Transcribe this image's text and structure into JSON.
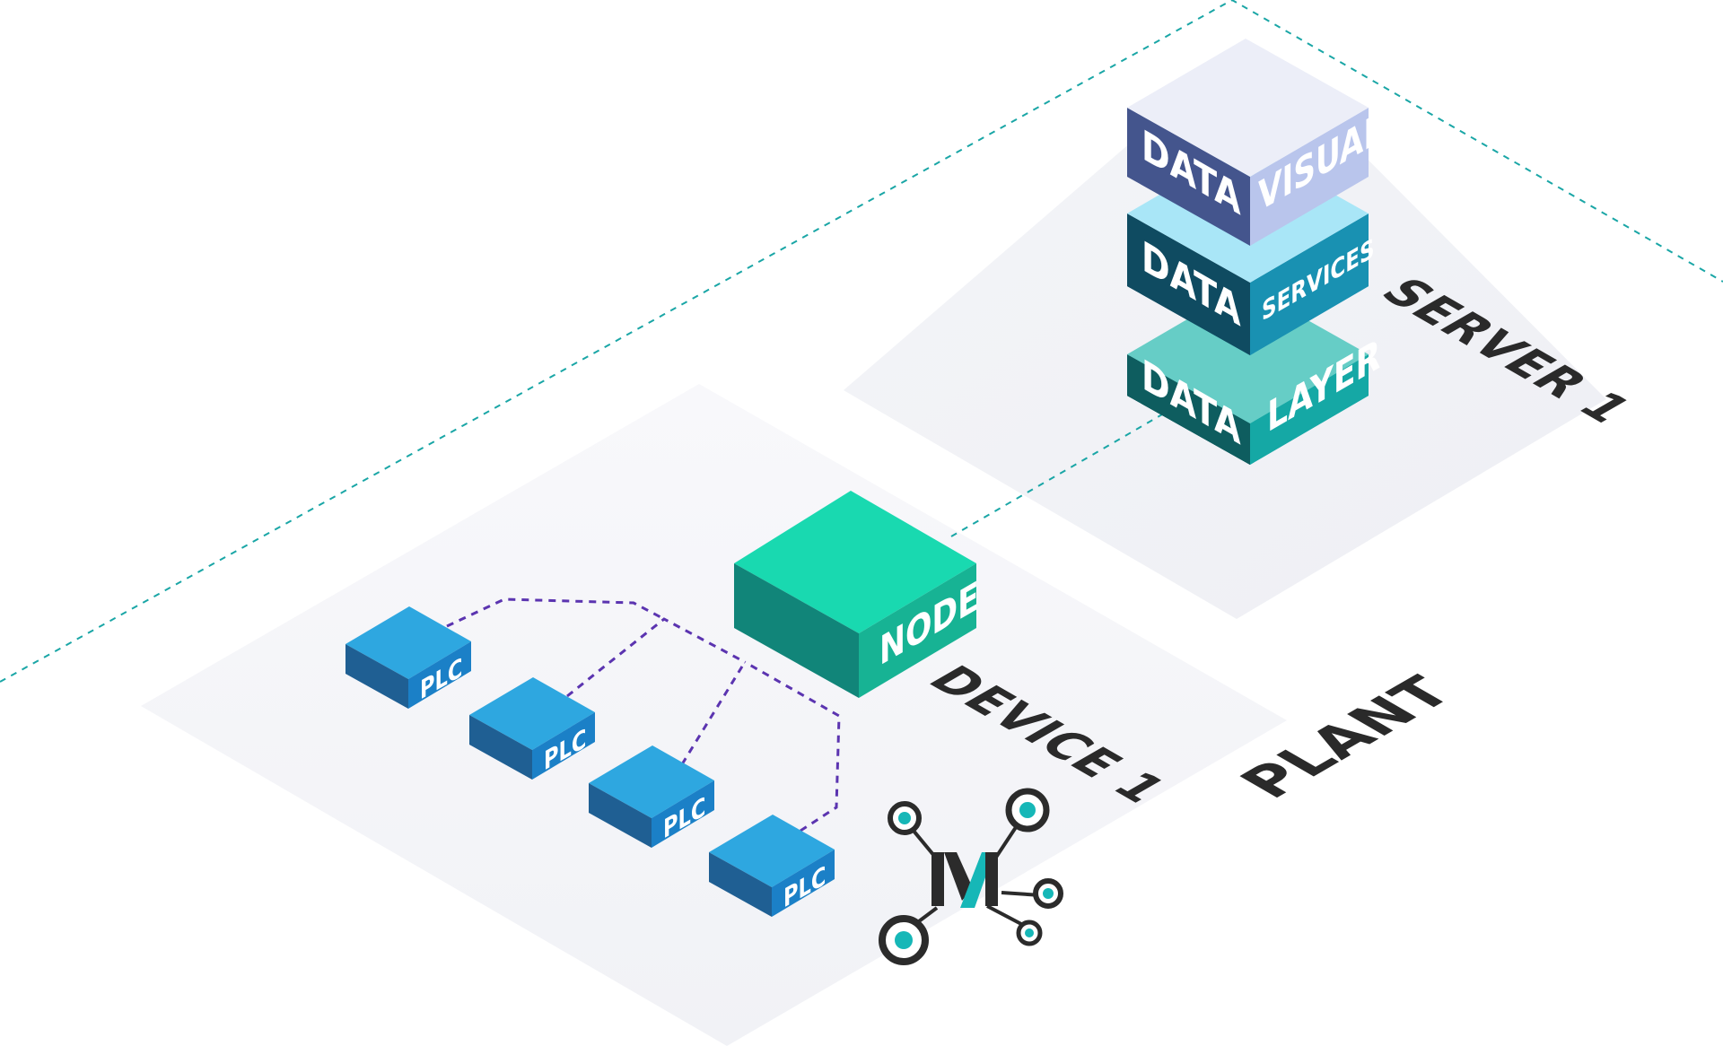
{
  "zones": {
    "plant": {
      "label": "PLANT"
    },
    "device": {
      "label": "DEVICE 1"
    },
    "server": {
      "label": "SERVER 1"
    }
  },
  "node": {
    "label": "NODE"
  },
  "plcs": [
    {
      "label": "PLC"
    },
    {
      "label": "PLC"
    },
    {
      "label": "PLC"
    },
    {
      "label": "PLC"
    }
  ],
  "stack": [
    {
      "left": "DATA",
      "right": "VISUAL"
    },
    {
      "left": "DATA",
      "right": "SERVICES"
    },
    {
      "left": "DATA",
      "right": "LAYER"
    }
  ],
  "logo": {
    "icon": "network-m-logo-icon"
  },
  "colors": {
    "plc_top": "#2ea7e0",
    "plc_left": "#1f5f93",
    "plc_right": "#1b80c7",
    "node_top": "#19d9b0",
    "node_left": "#118579",
    "node_right": "#17b394",
    "visual_top": "#eceef8",
    "visual_left": "#44558d",
    "visual_right": "#b9c5ec",
    "services_top": "#a9e6f7",
    "services_left": "#0f4b61",
    "services_right": "#1991b2",
    "layer_top": "#66cdc6",
    "layer_left": "#0e5d5f",
    "layer_right": "#15a8a5",
    "dashed_teal": "#1aa6a6",
    "dashed_purple": "#5b34b0",
    "logo_dark": "#2b2b2b",
    "logo_teal": "#16b7b7"
  }
}
